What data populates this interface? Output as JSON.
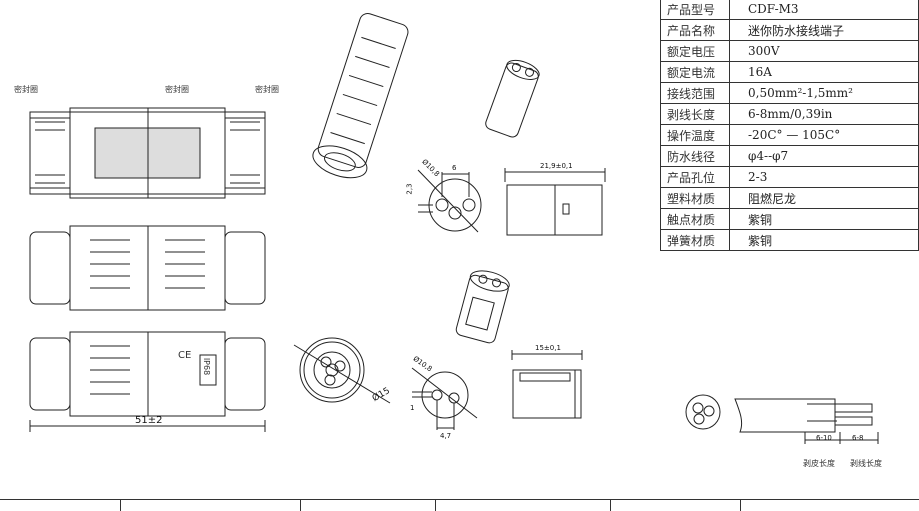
{
  "spec_table": [
    {
      "key": "产品型号",
      "value": "CDF-M3"
    },
    {
      "key": "产品名称",
      "value": "迷你防水接线端子"
    },
    {
      "key": "额定电压",
      "value": "300V"
    },
    {
      "key": "额定电流",
      "value": "16A"
    },
    {
      "key": "接线范围",
      "value": "0,50mm²-1,5mm²"
    },
    {
      "key": "剥线长度",
      "value": "6-8mm/0,39in"
    },
    {
      "key": "操作温度",
      "value": "-20C° — 105C°"
    },
    {
      "key": "防水线径",
      "value": "φ4--φ7"
    },
    {
      "key": "产品孔位",
      "value": "2-3"
    },
    {
      "key": "塑料材质",
      "value": "阻燃尼龙"
    },
    {
      "key": "触点材质",
      "value": "紫铜"
    },
    {
      "key": "弹簧材质",
      "value": "紫铜"
    }
  ],
  "labels": {
    "seal_left": "密封圈",
    "seal_mid": "密封圈",
    "seal_right": "密封圈",
    "ce": "CE",
    "ip": "IP68",
    "length": "51±2"
  },
  "dims": {
    "d108a": "Ø10,8",
    "w6": "6",
    "h23": "2,3",
    "l219": "21,9±0,1",
    "d15": "Ø15",
    "d108b": "Ø10,8",
    "h1": "1",
    "w47": "4,7",
    "l15": "15±0,1",
    "strip1": "6-10",
    "strip2": "6-8"
  },
  "cable_labels": {
    "sheath": "剥皮长度",
    "wire": "剥线长度"
  }
}
